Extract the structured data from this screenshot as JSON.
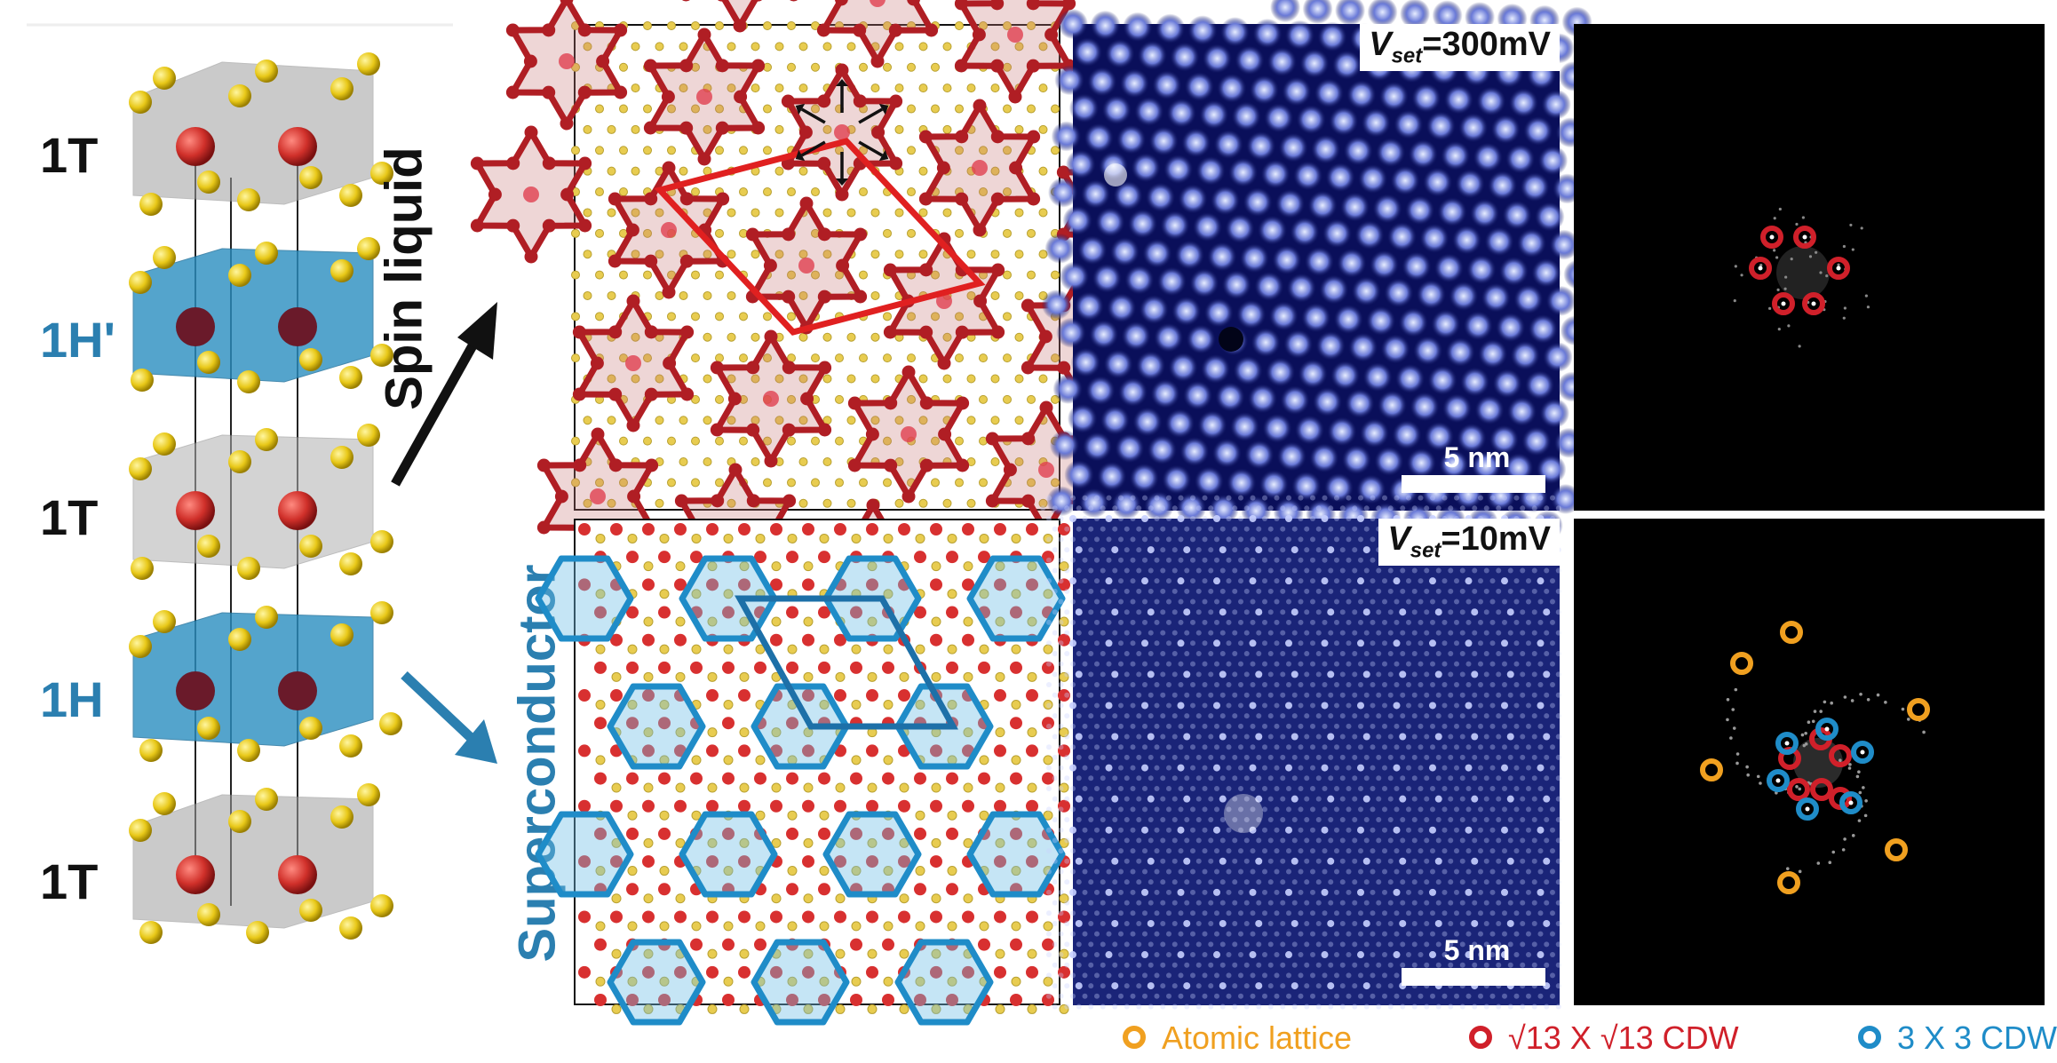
{
  "layers": {
    "l1": "1T",
    "l2": "1H'",
    "l3": "1T",
    "l4": "1H",
    "l5": "1T"
  },
  "rows": {
    "top": "Spin liquid",
    "bottom": "Superconductor"
  },
  "stm": {
    "top_vset_var": "V",
    "top_vset_sub": "set",
    "top_vset_value": "=300mV",
    "bottom_vset_var": "V",
    "bottom_vset_sub": "set",
    "bottom_vset_value": "=10mV",
    "scale_top": "5 nm",
    "scale_bottom": "5 nm"
  },
  "legend": {
    "atomic": "Atomic lattice",
    "cdw13_prefix": "√13 X √13 CDW",
    "cdw3": "3 X 3 CDW"
  },
  "colors": {
    "orange": "#f0a020",
    "red": "#d0202a",
    "blue": "#1f8cc8",
    "dark_red": "#b01e24",
    "teal_blue": "#2b7fb0"
  }
}
